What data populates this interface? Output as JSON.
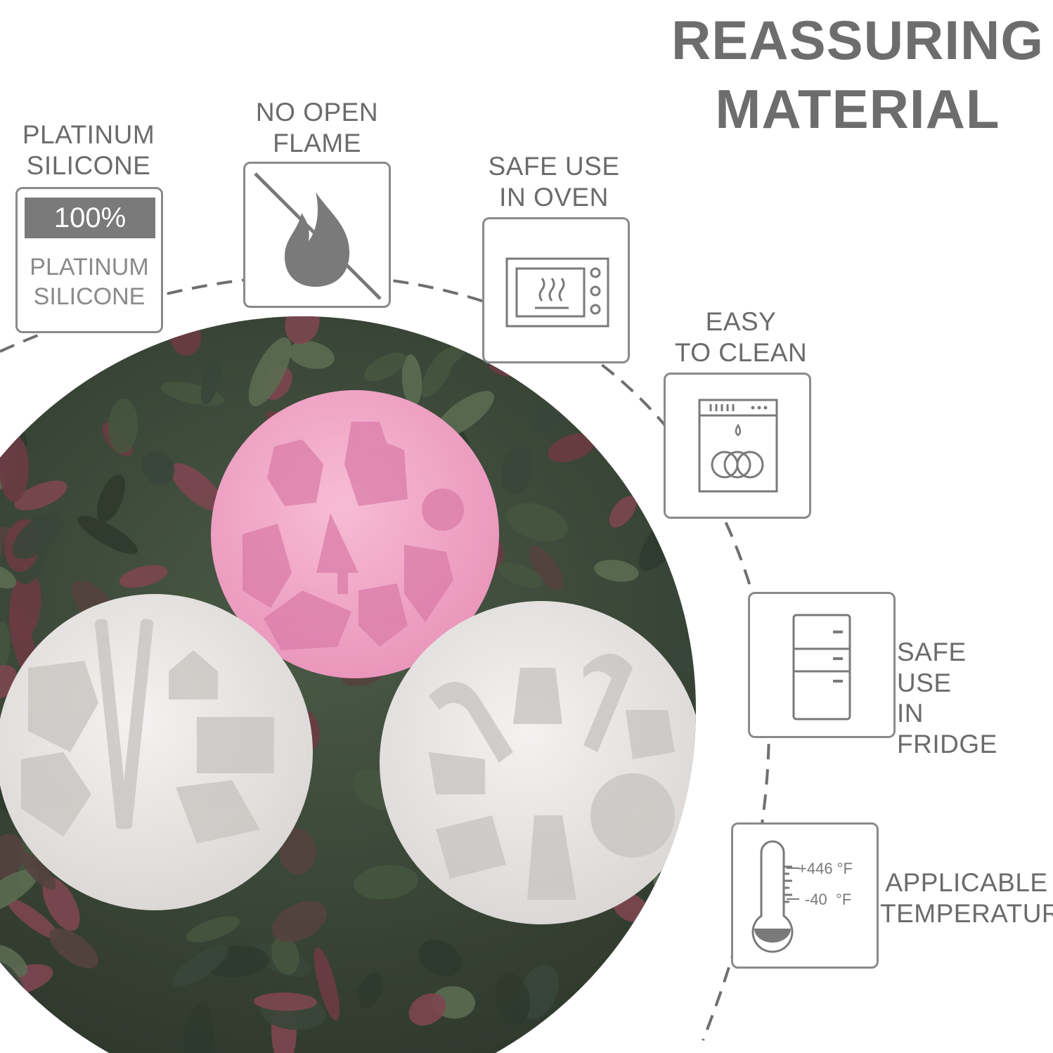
{
  "headline": {
    "line1": "REASSURING",
    "line2": "MATERIAL"
  },
  "features": {
    "platinum": {
      "line1": "PLATINUM",
      "line2": "SILICONE",
      "badge_value": "100%",
      "badge_line1": "PLATINUM",
      "badge_line2": "SILICONE",
      "icon": "silicone-badge-icon"
    },
    "flame": {
      "line1": "NO OPEN",
      "line2": "FLAME",
      "icon": "no-flame-icon"
    },
    "oven": {
      "line1": "SAFE USE",
      "line2": "IN OVEN",
      "icon": "oven-icon"
    },
    "clean": {
      "line1": "EASY",
      "line2": "TO CLEAN",
      "icon": "dishwasher-icon"
    },
    "fridge": {
      "line1": "SAFE USE",
      "line2": "IN FRIDGE",
      "icon": "fridge-icon"
    },
    "temperature": {
      "line1": "APPLICABLE",
      "line2": "TEMPERATURE",
      "max": "+446 °F",
      "min": "-40  °F",
      "icon": "thermometer-icon"
    }
  },
  "colors": {
    "text": "#6b6b6b",
    "border": "#8a8a8a",
    "pink_mold": "#f2a9c8",
    "white_mold": "#e9e7e6",
    "foliage": "#3d4a3a"
  }
}
